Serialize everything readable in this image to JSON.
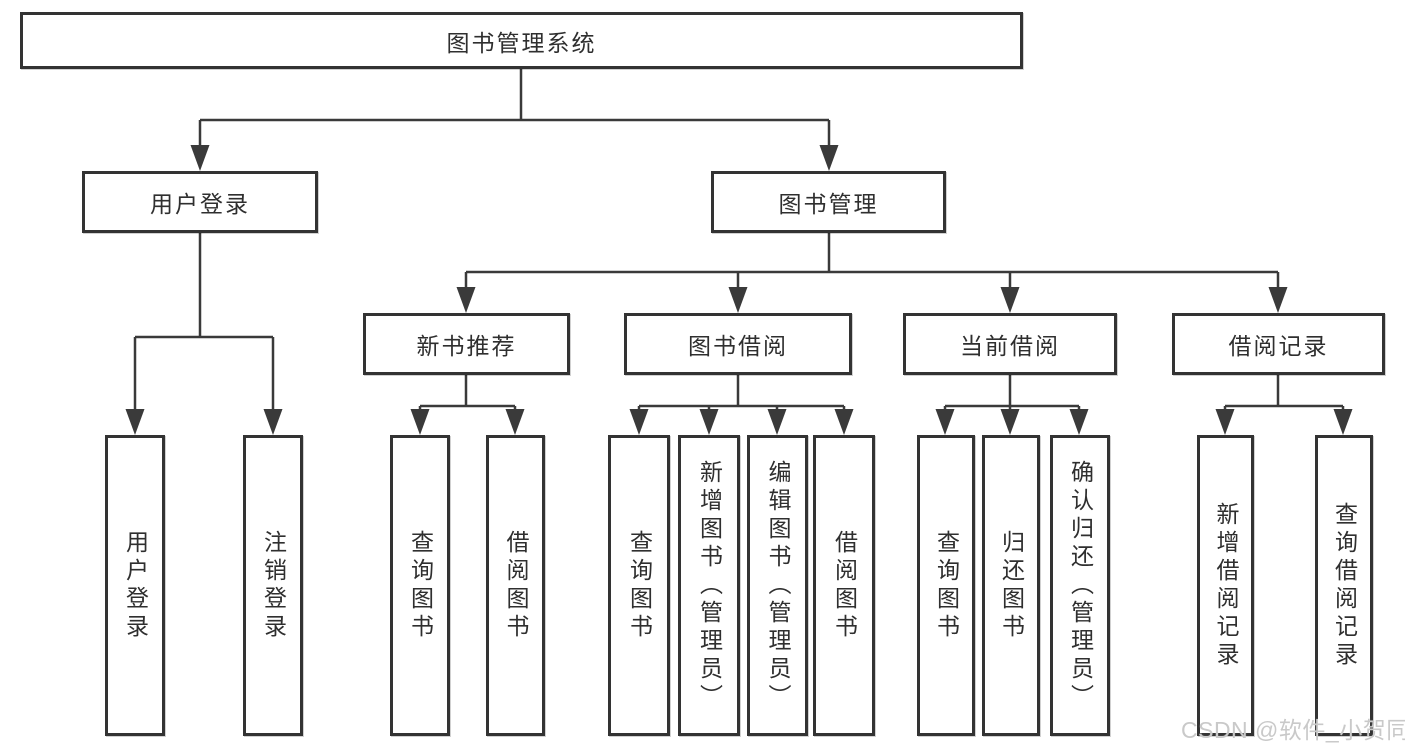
{
  "tree": {
    "root": {
      "label": "图书管理系统"
    },
    "branches": [
      {
        "label": "用户登录",
        "leaves": [
          "用户登录",
          "注销登录"
        ]
      },
      {
        "label": "图书管理",
        "groups": [
          {
            "label": "新书推荐",
            "leaves": [
              "查询图书",
              "借阅图书"
            ]
          },
          {
            "label": "图书借阅",
            "leaves": [
              "查询图书",
              "新增图书（管理员）",
              "编辑图书（管理员）",
              "借阅图书"
            ]
          },
          {
            "label": "当前借阅",
            "leaves": [
              "查询图书",
              "归还图书",
              "确认归还（管理员）"
            ]
          },
          {
            "label": "借阅记录",
            "leaves": [
              "新增借阅记录",
              "查询借阅记录"
            ]
          }
        ]
      }
    ]
  },
  "watermark": "CSDN @软件_小贺同学",
  "colors": {
    "line": "#3a3a3a",
    "box_border": "#333333",
    "text": "#2f2f2f",
    "background": "#ffffff",
    "watermark": "#c9c9c9"
  }
}
